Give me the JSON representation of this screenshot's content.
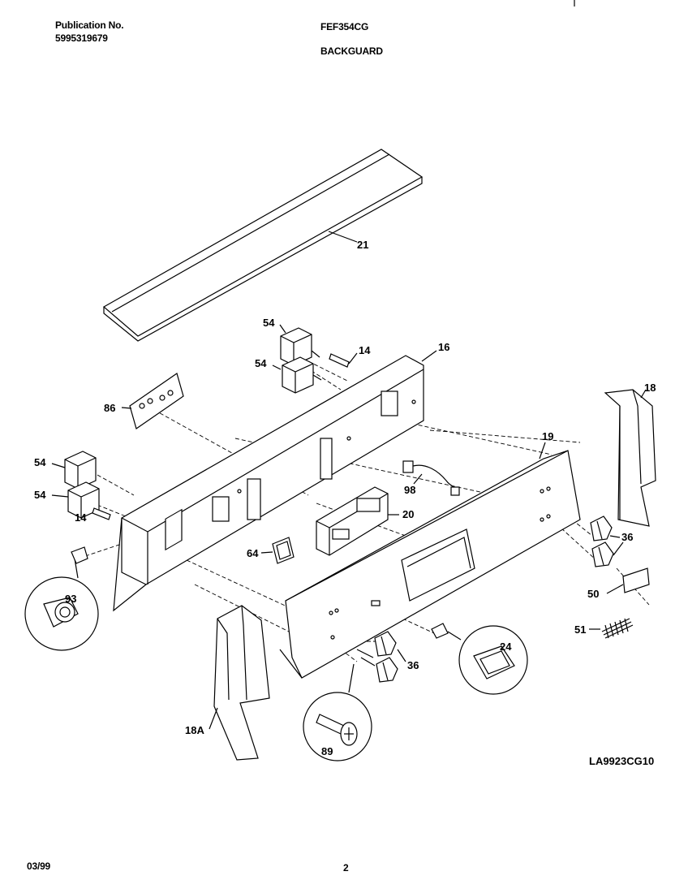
{
  "header": {
    "publication_label": "Publication No.",
    "publication_number": "5995319679",
    "model": "FEF354CG",
    "section": "BACKGUARD"
  },
  "diagram": {
    "code": "LA9923CG10",
    "callouts": {
      "p21": "21",
      "p54a": "54",
      "p54b": "54",
      "p14a": "14",
      "p16": "16",
      "p18": "18",
      "p86": "86",
      "p19": "19",
      "p54c": "54",
      "p54d": "54",
      "p98": "98",
      "p14b": "14",
      "p20": "20",
      "p36a": "36",
      "p64": "64",
      "p93": "93",
      "p50": "50",
      "p51": "51",
      "p24": "24",
      "p36b": "36",
      "p18a": "18A",
      "p89": "89"
    }
  },
  "footer": {
    "date": "03/99",
    "page": "2"
  }
}
